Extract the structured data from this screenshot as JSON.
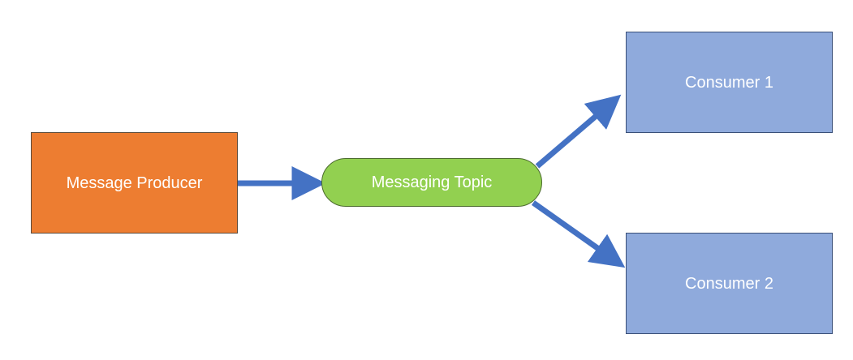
{
  "diagram": {
    "nodes": {
      "producer": {
        "label": "Message Producer",
        "fill": "#ed7d31",
        "shape": "rectangle"
      },
      "topic": {
        "label": "Messaging Topic",
        "fill": "#92d050",
        "shape": "rounded-pill"
      },
      "consumer_1": {
        "label": "Consumer 1",
        "fill": "#8faadc",
        "shape": "rectangle"
      },
      "consumer_2": {
        "label": "Consumer 2",
        "fill": "#8faadc",
        "shape": "rectangle"
      }
    },
    "edges": [
      {
        "from": "producer",
        "to": "topic"
      },
      {
        "from": "topic",
        "to": "consumer_1"
      },
      {
        "from": "topic",
        "to": "consumer_2"
      }
    ],
    "arrow_color": "#4472c4"
  }
}
